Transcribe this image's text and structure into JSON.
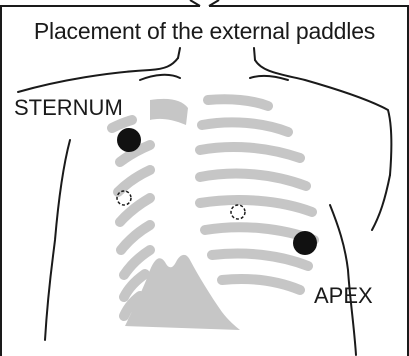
{
  "diagram": {
    "title": "Placement of the external paddles",
    "labels": {
      "sternum": "STERNUM",
      "apex": "APEX"
    },
    "colors": {
      "outline": "#1a1a1a",
      "bone": "#c6c6c6",
      "paddle": "#111111"
    },
    "paddles": [
      {
        "name": "sternum-paddle",
        "shape": "filled-circle"
      },
      {
        "name": "apex-paddle",
        "shape": "filled-circle"
      }
    ],
    "markers": [
      {
        "name": "sternum-marker",
        "shape": "dashed-circle"
      },
      {
        "name": "center-marker",
        "shape": "dashed-circle"
      }
    ]
  }
}
